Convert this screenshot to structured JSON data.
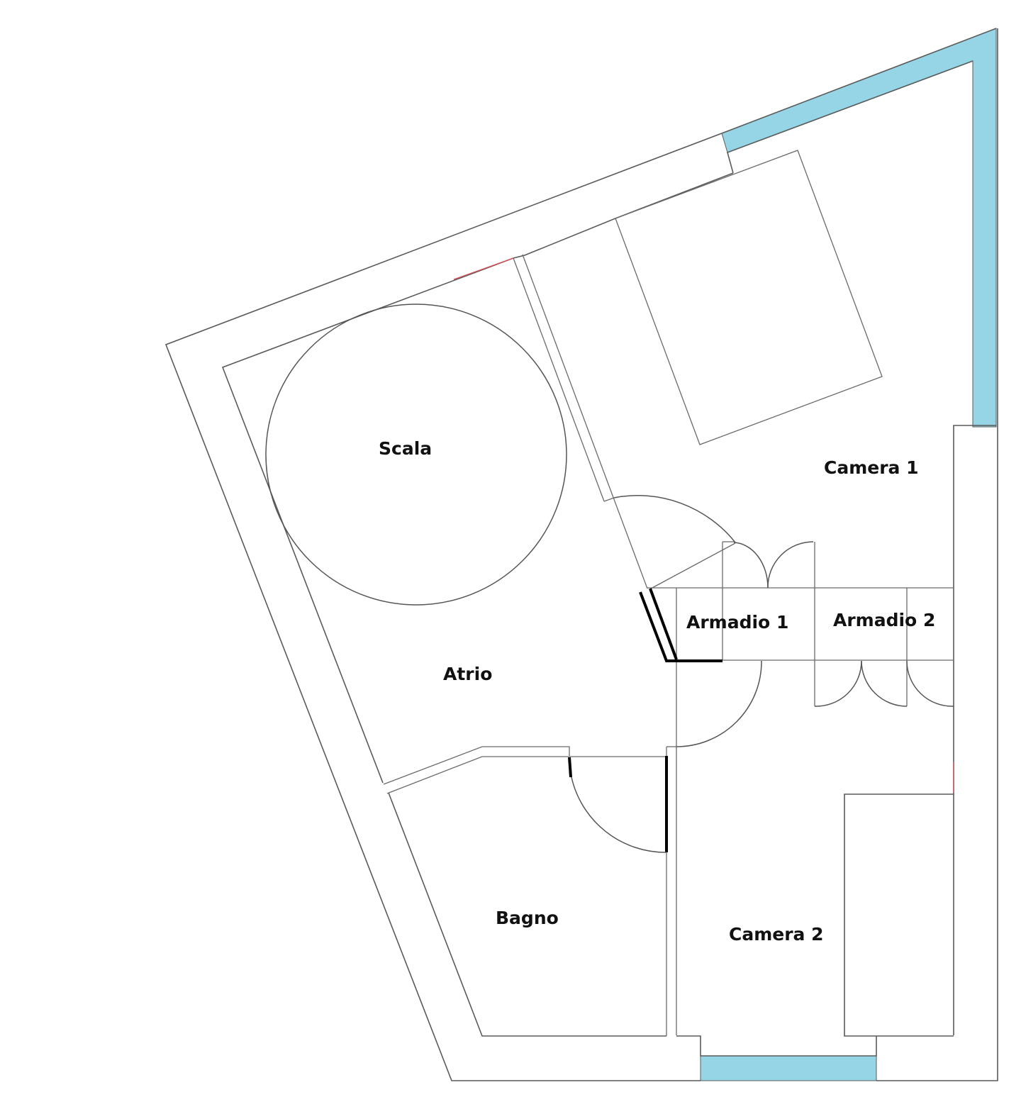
{
  "plan": {
    "type": "floor-plan",
    "colors": {
      "window": "#95d5e6",
      "wall_line": "#5a5a5a",
      "heavy_line": "#000000",
      "label": "#111111",
      "annotation_red": "#e0505a"
    },
    "rooms": [
      {
        "id": "scala",
        "label": "Scala"
      },
      {
        "id": "atrio",
        "label": "Atrio"
      },
      {
        "id": "camera1",
        "label": "Camera 1"
      },
      {
        "id": "armadio1",
        "label": "Armadio 1"
      },
      {
        "id": "armadio2",
        "label": "Armadio 2"
      },
      {
        "id": "bagno",
        "label": "Bagno"
      },
      {
        "id": "camera2",
        "label": "Camera 2"
      }
    ],
    "windows": [
      {
        "id": "window-top-right",
        "description": "L-shaped glazing along upper-right diagonal and right wall"
      },
      {
        "id": "window-bottom",
        "description": "Horizontal glazing on bottom wall of Camera 2"
      }
    ]
  }
}
